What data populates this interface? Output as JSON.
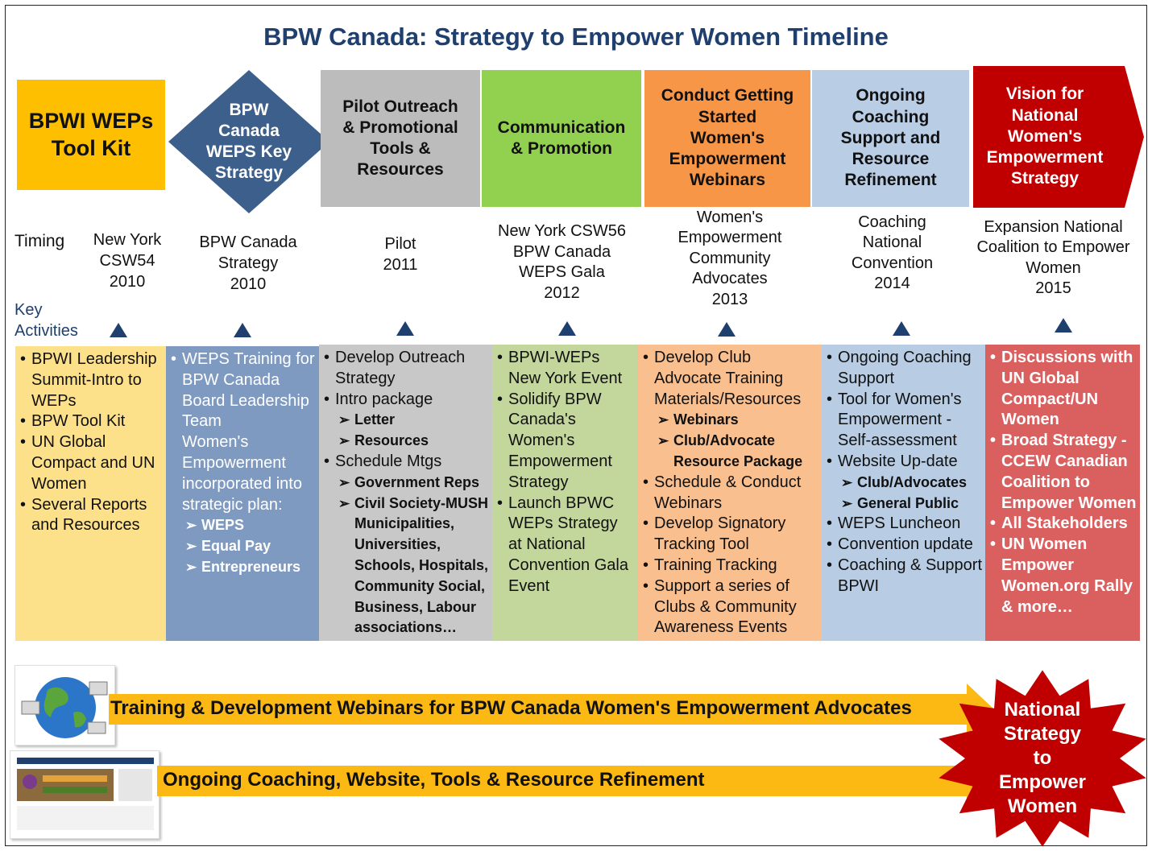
{
  "title": "BPW Canada: Strategy to Empower Women Timeline",
  "headers": [
    "BPWI WEPs\nTool Kit",
    "BPW\nCanada\nWEPS Key\nStrategy",
    "Pilot Outreach\n& Promotional\nTools &\nResources",
    "Communication\n& Promotion",
    "Conduct Getting\nStarted\nWomen's\nEmpowerment\nWebinars",
    "Ongoing\nCoaching\nSupport and\nResource\nRefinement",
    "Vision for\nNational\nWomen's\nEmpowerment\nStrategy"
  ],
  "labels": {
    "timing": "Timing",
    "key_activities": "Key\nActivities"
  },
  "timing": [
    "New York\nCSW54\n2010",
    "BPW Canada\nStrategy\n2010",
    "Pilot\n2011",
    "New York CSW56\nBPW Canada\nWEPS Gala\n2012",
    "Women's\nEmpowerment\nCommunity\nAdvocates\n2013",
    "Coaching\nNational\nConvention\n2014",
    "Expansion National\nCoalition to Empower\nWomen\n2015"
  ],
  "activities": [
    [
      {
        "t": "b",
        "x": "BPWI Leadership Summit-Intro to WEPs"
      },
      {
        "t": "b",
        "x": "BPW Tool Kit"
      },
      {
        "t": "b",
        "x": "UN Global Compact and UN Women"
      },
      {
        "t": "b",
        "x": "Several Reports and Resources"
      }
    ],
    [
      {
        "t": "b",
        "x": "WEPS Training for BPW Canada Board Leadership Team"
      },
      {
        "t": "c",
        "x": "Women's Empowerment incorporated into strategic plan:"
      },
      {
        "t": "s",
        "x": "WEPS"
      },
      {
        "t": "s",
        "x": "Equal Pay"
      },
      {
        "t": "s",
        "x": "Entrepreneurs"
      }
    ],
    [
      {
        "t": "b",
        "x": "Develop Outreach Strategy"
      },
      {
        "t": "b",
        "x": "Intro package"
      },
      {
        "t": "s",
        "x": "Letter"
      },
      {
        "t": "s",
        "x": "Resources"
      },
      {
        "t": "b",
        "x": "Schedule Mtgs"
      },
      {
        "t": "s",
        "x": "Government Reps"
      },
      {
        "t": "s",
        "x": "Civil Society-MUSH Municipalities, Universities, Schools, Hospitals, Community Social, Business, Labour associations…"
      }
    ],
    [
      {
        "t": "b",
        "x": "BPWI-WEPs New York Event"
      },
      {
        "t": "b",
        "x": "Solidify BPW Canada's Women's Empowerment Strategy"
      },
      {
        "t": "b",
        "x": "Launch BPWC WEPs Strategy at National Convention Gala Event"
      }
    ],
    [
      {
        "t": "b",
        "x": "Develop  Club Advocate Training Materials/Resources"
      },
      {
        "t": "s",
        "x": "Webinars"
      },
      {
        "t": "s",
        "x": "Club/Advocate Resource Package"
      },
      {
        "t": "b",
        "x": "Schedule & Conduct Webinars"
      },
      {
        "t": "b",
        "x": "Develop Signatory Tracking Tool"
      },
      {
        "t": "b",
        "x": "Training Tracking"
      },
      {
        "t": "b",
        "x": "Support a series of Clubs & Community Awareness Events"
      }
    ],
    [
      {
        "t": "b",
        "x": "Ongoing Coaching Support"
      },
      {
        "t": "b",
        "x": "Tool for Women's Empowerment - Self-assessment"
      },
      {
        "t": "b",
        "x": "Website Up-date"
      },
      {
        "t": "s",
        "x": "Club/Advocates"
      },
      {
        "t": "s",
        "x": "General Public"
      },
      {
        "t": "b",
        "x": "WEPS Luncheon"
      },
      {
        "t": "b",
        "x": "Convention update"
      },
      {
        "t": "b",
        "x": "Coaching & Support BPWI"
      }
    ],
    [
      {
        "t": "b",
        "x": "Discussions with UN Global Compact/UN Women"
      },
      {
        "t": "b",
        "x": "Broad Strategy - CCEW Canadian Coalition to Empower Women"
      },
      {
        "t": "b",
        "x": "All Stakeholders"
      },
      {
        "t": "b",
        "x": "UN Women Empower Women.org Rally & more…"
      }
    ]
  ],
  "arrows": {
    "training": "Training & Development  Webinars for BPW Canada Women's Empowerment Advocates",
    "coaching": "Ongoing Coaching, Website, Tools & Resource Refinement"
  },
  "burst": "National\nStrategy\nto\nEmpower\nWomen",
  "icons": [
    "globe-computers-icon",
    "website-thumbnail-icon"
  ],
  "colors": {
    "yellow": "#fdbf00",
    "navy": "#3c5f8c",
    "gray": "#bcbcbc",
    "green": "#92d050",
    "orange": "#f79646",
    "lightblue": "#b9cde5",
    "red": "#c00000",
    "act_yellow": "#fde08a",
    "act_blue": "#7f9ac1",
    "act_gray": "#c8c8c8",
    "act_green": "#c3d69b",
    "act_orange": "#fabf8f",
    "act_lightblue": "#b8cce4",
    "act_red": "#da6060"
  }
}
